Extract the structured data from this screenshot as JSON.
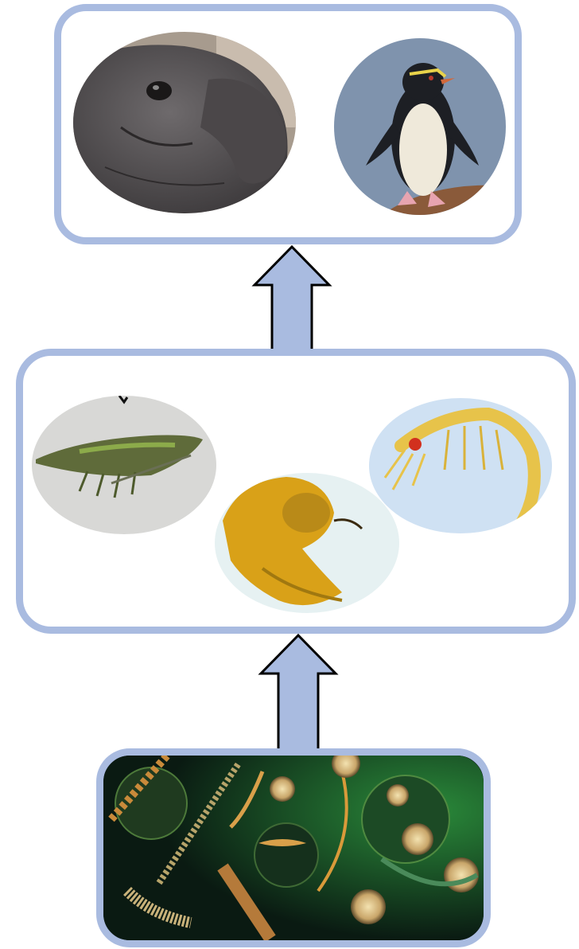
{
  "diagram": {
    "type": "food-chain",
    "levels": [
      {
        "level": "top",
        "items": [
          "elephant-seal-photo",
          "penguin-photo"
        ]
      },
      {
        "level": "middle",
        "items": [
          "copepod-photo",
          "amphipod-photo",
          "krill-photo"
        ]
      },
      {
        "level": "bottom",
        "items": [
          "phytoplankton-photo"
        ]
      }
    ],
    "flow": "bottom-to-top",
    "colors": {
      "box_border": "#a9bbe0",
      "arrow_fill": "#a9bbe0",
      "arrow_outline": "#000000",
      "background": "#ffffff"
    }
  }
}
